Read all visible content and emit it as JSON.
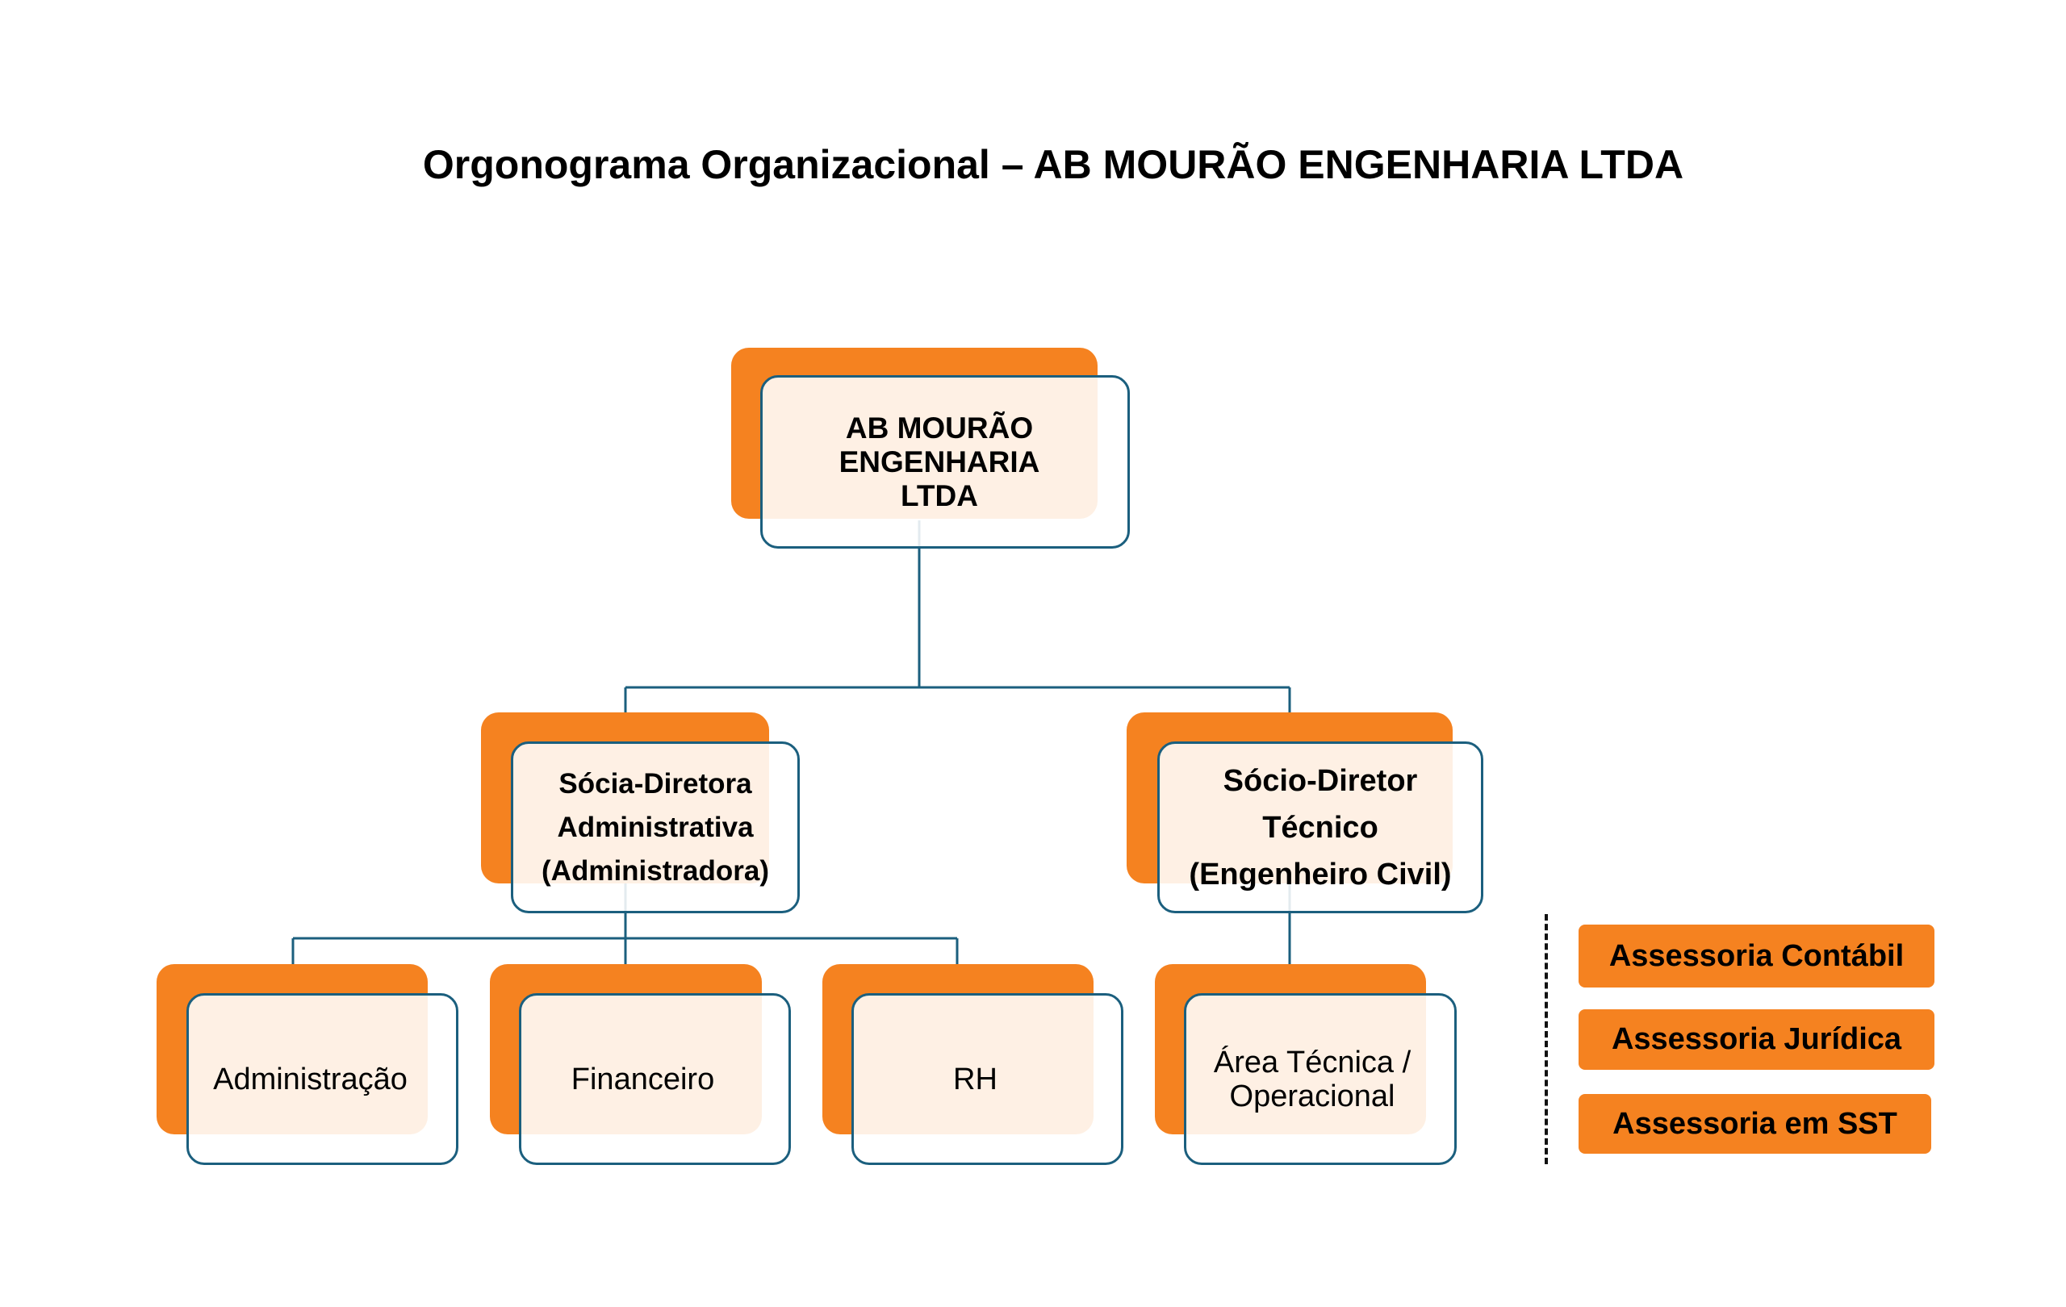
{
  "title": "Orgonograma Organizacional – AB MOURÃO ENGENHARIA LTDA",
  "colors": {
    "accent": "#f58220",
    "border": "#1b5f7e",
    "connector": "#1b5f7e"
  },
  "root": {
    "label": "AB MOURÃO ENGENHARIA LTDA"
  },
  "directors": [
    {
      "label": "Sócia-Diretora Administrativa (Administradora)"
    },
    {
      "label": "Sócio-Diretor Técnico (Engenheiro Civil)"
    }
  ],
  "departments": [
    {
      "label": "Administração"
    },
    {
      "label": "Financeiro"
    },
    {
      "label": "RH"
    },
    {
      "label": "Área Técnica / Operacional"
    }
  ],
  "advisory": [
    {
      "label": "Assessoria Contábil"
    },
    {
      "label": "Assessoria Jurídica"
    },
    {
      "label": "Assessoria em SST"
    }
  ]
}
